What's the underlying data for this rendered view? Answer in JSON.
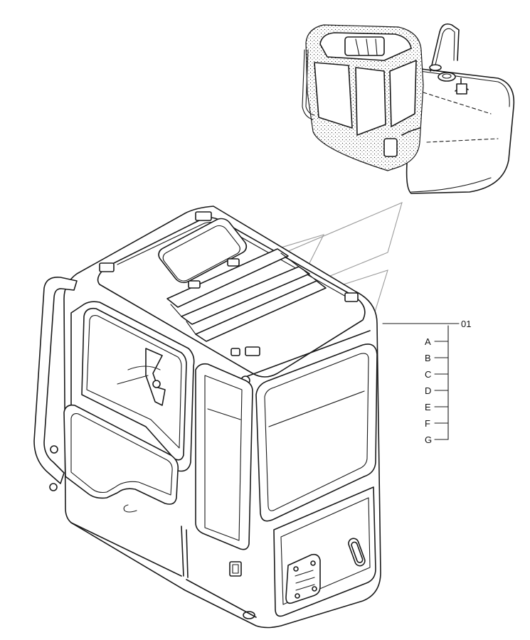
{
  "diagram": {
    "callout_number": "01",
    "variant_labels": [
      "A",
      "B",
      "C",
      "D",
      "E",
      "F",
      "G"
    ]
  }
}
